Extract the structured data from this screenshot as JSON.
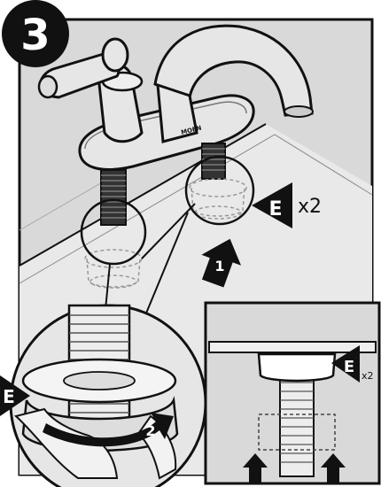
{
  "step": {
    "number": "3"
  },
  "part_callouts": {
    "main": {
      "letter": "E",
      "quantity": "x2"
    },
    "left_closeup": {
      "letter": "E"
    },
    "inset": {
      "letter": "E",
      "quantity": "x2"
    }
  },
  "sequence": {
    "first": "1",
    "second": "2"
  },
  "faucet": {
    "brand_mark": "MOEN"
  },
  "colors": {
    "ink": "#111111",
    "panel": "#d9d9d9",
    "metal": "#e6e6e6",
    "white": "#ffffff"
  },
  "icons": [
    "up-arrow-icon",
    "rotate-arrow-icon",
    "pointer-triangle-icon"
  ]
}
